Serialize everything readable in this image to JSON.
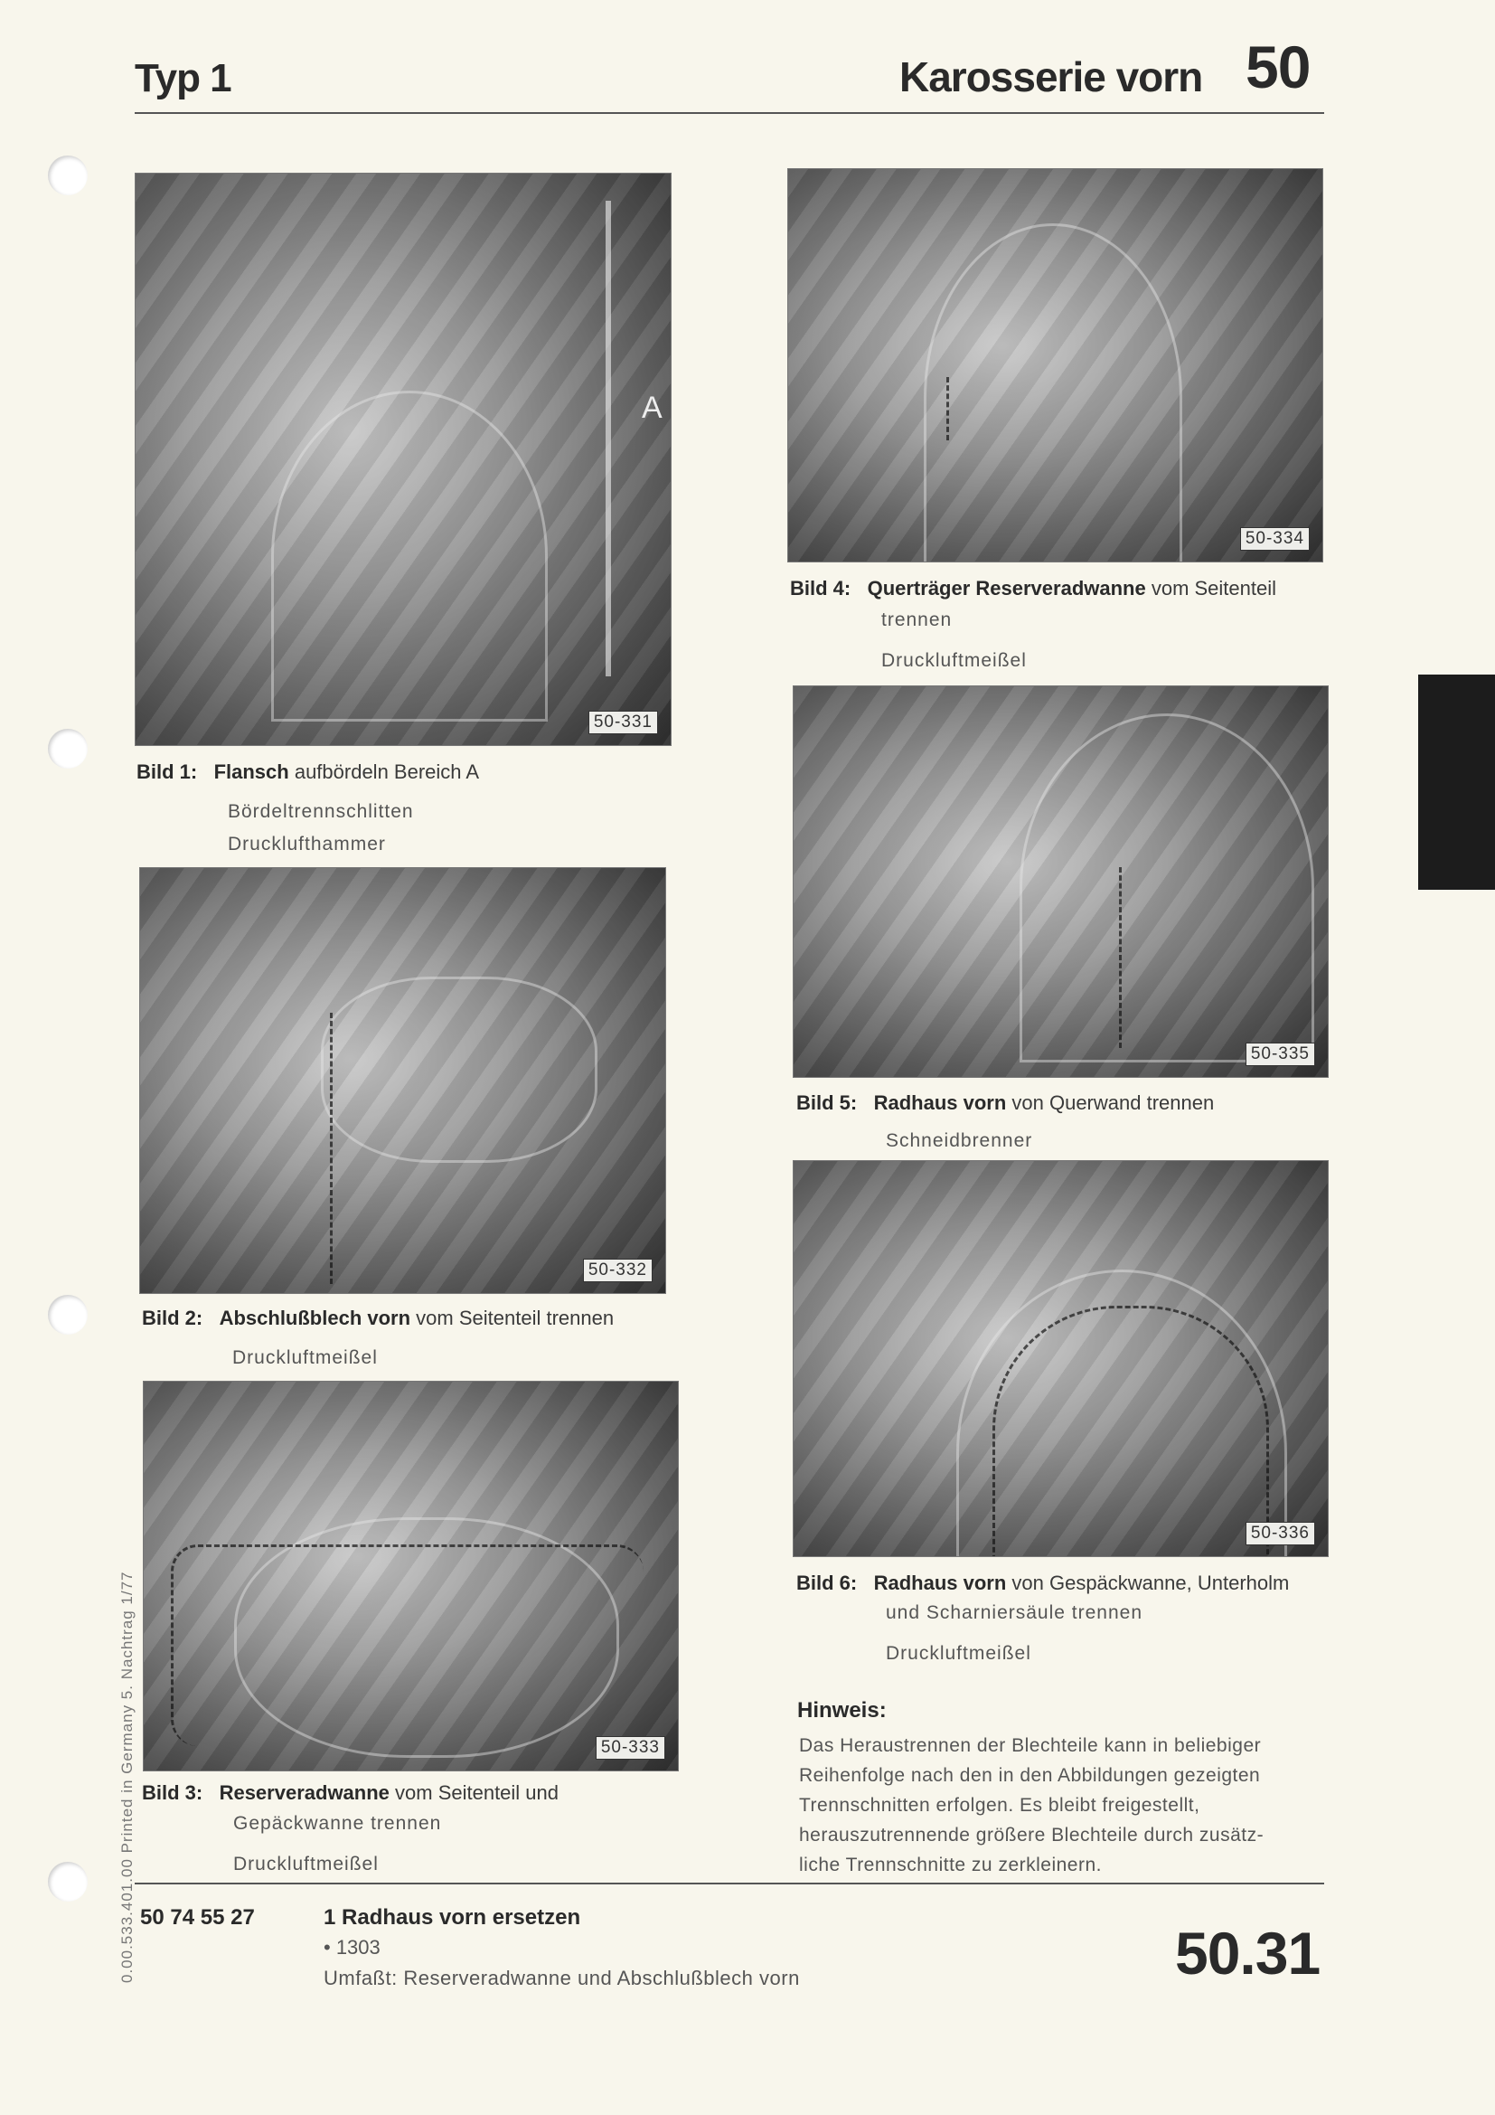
{
  "header": {
    "left": "Typ 1",
    "right_title": "Karosserie vorn",
    "right_number": "50"
  },
  "figures": [
    {
      "id": "50-331",
      "letter": "A",
      "label": "Bild 1:",
      "title_bold": "Flansch",
      "title_rest": " aufbördeln Bereich A",
      "lines": [
        "Bördeltrennschlitten",
        "Drucklufthammer"
      ]
    },
    {
      "id": "50-332",
      "label": "Bild 2:",
      "title_bold": "Abschlußblech vorn",
      "title_rest": " vom Seitenteil trennen",
      "lines": [
        "Druckluftmeißel"
      ]
    },
    {
      "id": "50-333",
      "label": "Bild 3:",
      "title_bold": "Reserveradwanne",
      "title_rest": " vom Seitenteil und",
      "lines": [
        "Gepäckwanne trennen",
        "Druckluftmeißel"
      ]
    },
    {
      "id": "50-334",
      "label": "Bild 4:",
      "title_bold": "Querträger Reserveradwanne",
      "title_rest": " vom Seitenteil",
      "lines": [
        "trennen",
        "Druckluftmeißel"
      ]
    },
    {
      "id": "50-335",
      "label": "Bild 5:",
      "title_bold": "Radhaus vorn",
      "title_rest": " von Querwand trennen",
      "lines": [
        "Schneidbrenner"
      ]
    },
    {
      "id": "50-336",
      "label": "Bild 6:",
      "title_bold": "Radhaus vorn",
      "title_rest": " von Gespäckwanne, Unterholm",
      "lines": [
        "und Scharniersäule trennen",
        "Druckluftmeißel"
      ]
    }
  ],
  "note": {
    "title": "Hinweis:",
    "lines": [
      "Das Heraustrennen der Blechteile kann in beliebiger",
      "Reihenfolge nach den in den Abbildungen gezeigten",
      "Trennschnitten erfolgen. Es bleibt freigestellt,",
      "herauszutrennende größere Blechteile durch zusätz-",
      "liche Trennschnitte zu zerkleinern."
    ]
  },
  "footer": {
    "code": "50 74 55 27",
    "title": "1 Radhaus vorn ersetzen",
    "bullet": "• 1303",
    "includes": "Umfaßt: Reserveradwanne und Abschlußblech vorn",
    "page": "50.31"
  },
  "side_text": "0.00.533.401.00   Printed in Germany   5. Nachtrag 1/77"
}
